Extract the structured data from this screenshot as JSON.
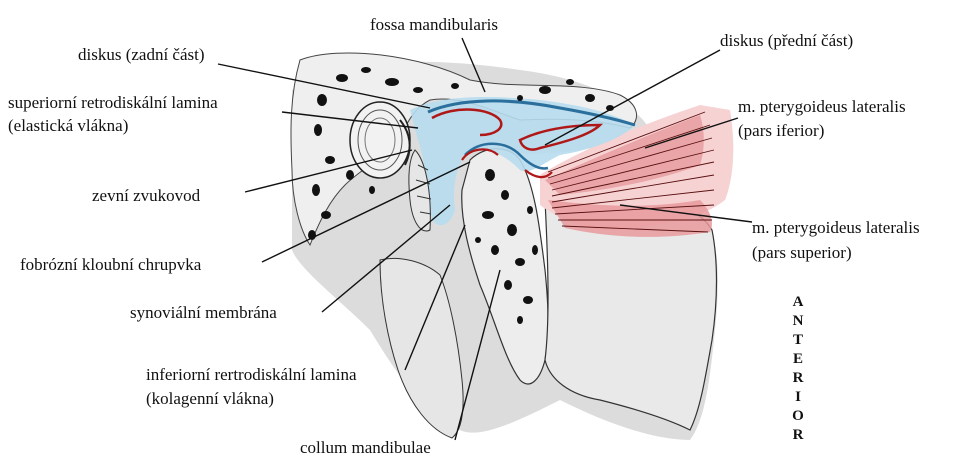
{
  "labels": {
    "fossa_mandibularis": "fossa mandibularis",
    "diskus_zadni": "diskus (zadní část)",
    "diskus_predni": "diskus (přední část)",
    "superiorni_line1": "superiorní retrodiskální lamina",
    "superiorni_line2": "(elastická vlákna)",
    "pterygoideus_iferior_line1": "m. pterygoideus lateralis",
    "pterygoideus_iferior_line2": "(pars iferior)",
    "zevni_zvukovod": "zevní zvukovod",
    "pterygoideus_superior_line1": "m. pterygoideus lateralis",
    "pterygoideus_superior_line2": "(pars superior)",
    "fibrozni_chrupavka": "fobrózní kloubní chrupvka",
    "synovialni_membrana": "synoviální membrána",
    "inferiorni_line1": "inferiorní rertrodiskální lamina",
    "inferiorni_line2": "(kolagenní vlákna)",
    "collum_mandibulae": "collum mandibulae"
  },
  "orientation": {
    "letters": [
      "A",
      "N",
      "T",
      "E",
      "R",
      "I",
      "O",
      "R"
    ]
  },
  "colors": {
    "bone_shadow": "#d4d4d4",
    "bone_fill": "#efefef",
    "disc_blue": "#b6dbee",
    "disc_blue_dark": "#2b6f9c",
    "red_outline": "#b01818",
    "muscle_pink": "#e8a0a2",
    "muscle_pink_light": "#f6d2d3",
    "spots": "#111111"
  }
}
